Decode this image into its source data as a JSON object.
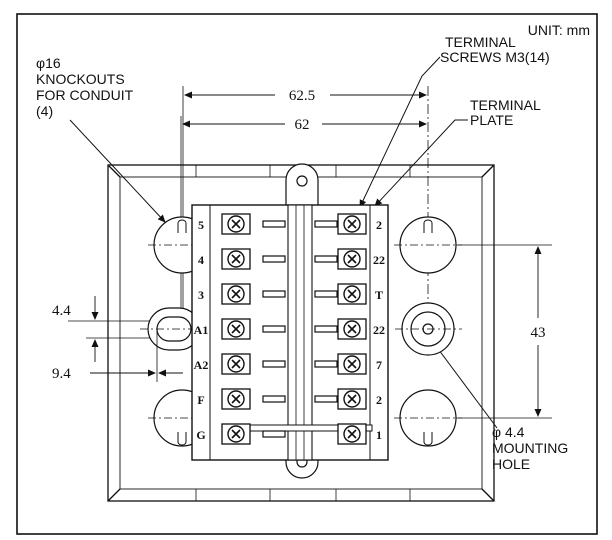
{
  "unit_label": "UNIT: mm",
  "knockout_label": [
    "φ16",
    "KNOCKOUTS",
    "FOR CONDUIT",
    "(4)"
  ],
  "terminal_screws_label": [
    "TERMINAL",
    "SCREWS M3(14)"
  ],
  "terminal_plate_label": [
    "TERMINAL",
    "PLATE"
  ],
  "mounting_hole_label": [
    "φ 4.4",
    "MOUNTING",
    "HOLE"
  ],
  "dimensions": {
    "outer_width": "62.5",
    "inner_width": "62",
    "height": "43",
    "slot_height": "4.4",
    "slot_offset": "9.4"
  },
  "terminals_left": [
    "5",
    "4",
    "3",
    "A1",
    "A2",
    "F",
    "G"
  ],
  "terminals_right": [
    "2",
    "22",
    "T",
    "22",
    "7",
    "2",
    "1"
  ],
  "colors": {
    "line": "#111111",
    "background": "#ffffff"
  }
}
